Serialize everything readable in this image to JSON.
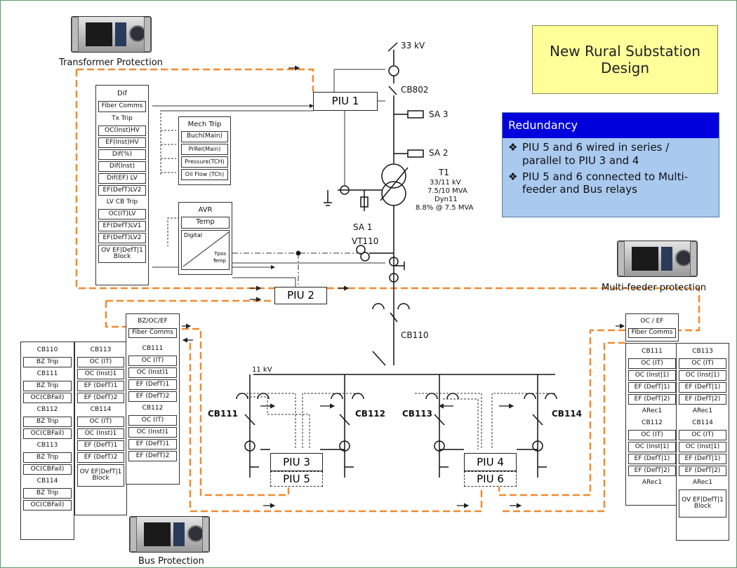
{
  "title": {
    "line1": "New Rural Substation",
    "line2": "Design"
  },
  "redundancy": {
    "header": "Redundancy",
    "items": [
      {
        "line1": "PIU 5 and 6 wired in series /",
        "line2": "parallel to PIU 3 and 4"
      },
      {
        "line1": "PIU 5 and 6 connected to Multi-",
        "line2": "feeder and Bus relays"
      }
    ]
  },
  "relays": {
    "transformer": "Transformer Protection",
    "multifeeder": "Multi-feeder protection",
    "bus": "Bus Protection"
  },
  "sld": {
    "v33": "33 kV",
    "cb802": "CB802",
    "sa3": "SA 3",
    "sa2": "SA 2",
    "sa1": "SA 1",
    "t1": "T1",
    "t1_1": "33/11 kV",
    "t1_2": "7.5/10 MVA",
    "t1_3": "Dyn11",
    "t1_4": "8.8% @ 7.5 MVA",
    "vt110": "VT110",
    "cb110": "CB110",
    "v11": "11 kV",
    "cb111": "CB111",
    "cb112": "CB112",
    "cb113": "CB113",
    "cb114": "CB114"
  },
  "piu": {
    "p1": "PIU 1",
    "p2": "PIU 2",
    "p3": "PIU 3",
    "p4": "PIU 4",
    "p5": "PIU 5",
    "p6": "PIU 6"
  },
  "tx_panel": {
    "items": [
      "Dif",
      "Fiber Comms",
      "Tx Trip",
      "OC(Inst)HV",
      "EF(Inst)HV",
      "Dif(%)",
      "Dif(Inst)",
      "Dif(EF) LV",
      "EF(DefT)LV2",
      "LV CB Trip",
      "OC(IT)LV",
      "EF(DefT)LV1",
      "EF(DefT)LV2",
      "OV EF|DefT|1 Block"
    ]
  },
  "mech": {
    "header": "Mech Trip",
    "items": [
      "Buch(Main)",
      "PrRel(Main)",
      "Pressure(TCH)",
      "Oil Flow (TCh)"
    ]
  },
  "avr": {
    "header": "AVR",
    "temp": "Temp",
    "digital": "Digital",
    "tpos": "Tpos",
    "temp2": "Temp"
  },
  "bus_panel": {
    "header": "BZ/OC/EF",
    "fiber": "Fiber Comms",
    "col1": [
      "CB110",
      "BZ Trip",
      "CB111",
      "BZ Trip",
      "OC(CBFail)",
      "CB112",
      "BZ Trip",
      "OC(CBFail)",
      "CB113",
      "BZ Trip",
      "OC(CBFail)",
      "CB114",
      "BZ Trip",
      "OC(CBFail)"
    ],
    "col2": [
      "CB113",
      "OC (IT)",
      "OC (Inst)1",
      "EF (DefT)1",
      "EF (DefT)2",
      "CB114",
      "OC (IT)",
      "OC (Inst)1",
      "EF (DefT)1",
      "EF (DefT)2",
      "OV EF|DefT|1 Block"
    ],
    "col3": [
      "CB111",
      "OC (IT)",
      "OC (Inst)1",
      "EF (DefT)1",
      "EF (DefT)2",
      "CB112",
      "OC (IT)",
      "OC (Inst)1",
      "EF (DefT)1",
      "EF (DefT)2"
    ]
  },
  "mf_panel": {
    "header": "OC / EF",
    "fiber": "Fiber Comms",
    "col1": [
      "CB111",
      "OC (IT)",
      "OC (Inst|1)",
      "EF (DefT|1)",
      "EF (DefT|2)",
      "ARec1",
      "CB112",
      "OC (IT)",
      "OC (Inst|1)",
      "EF (DefT|1)",
      "EF (DefT|2)",
      "ARec1"
    ],
    "col2": [
      "CB113",
      "OC (IT)",
      "OC (Inst|1)",
      "EF (DefT|1)",
      "EF (DefT|2)",
      "ARec1",
      "CB114",
      "OC (IT)",
      "OC (Inst|1)",
      "EF (DefT|1)",
      "EF (DefT|2)",
      "ARec1",
      "OV EF|DefT|1 Block"
    ]
  },
  "colors": {
    "fiber": "#f08a30",
    "title_bg": "#ffff99",
    "redundancy_header": "#0000dd",
    "redundancy_bg": "#a9c9ef"
  }
}
